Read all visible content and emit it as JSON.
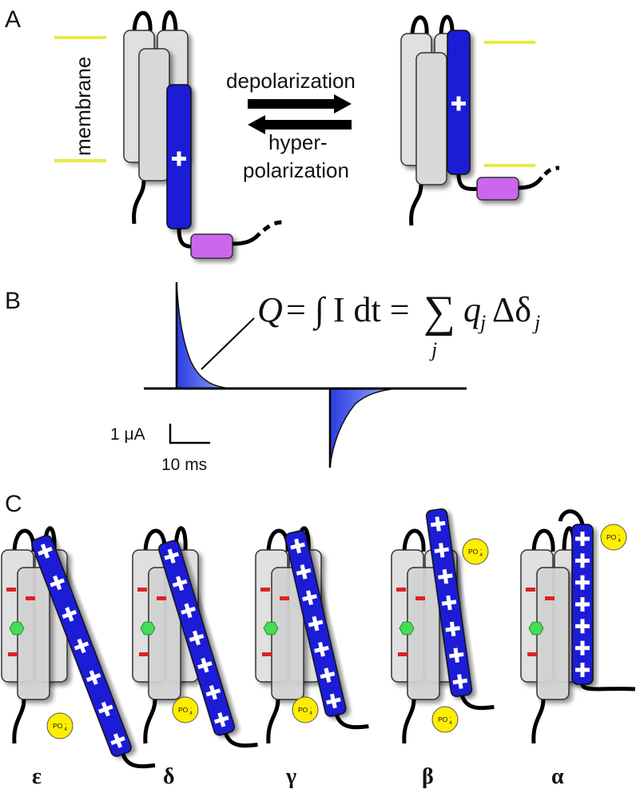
{
  "panels": {
    "a": "A",
    "b": "B",
    "c": "C"
  },
  "panel_a": {
    "membrane_label": "membrane",
    "forward_label": "depolarization",
    "reverse_label_line1": "hyper-",
    "reverse_label_line2": "polarization",
    "membrane_color": "#e8e84a",
    "voltage_sensor_color": "#1a1fd6",
    "linker_color": "#cc66ee"
  },
  "panel_b": {
    "equation_lhs": "Q",
    "equation_mid": "= ∫ I dt =",
    "equation_sum": "∑",
    "equation_rhs": "q",
    "equation_sub_j": "j",
    "equation_delta": "Δδ",
    "scale_current": "1 μA",
    "scale_time": "10 ms",
    "current_fill_color": "#4a64f0"
  },
  "panel_c": {
    "states": [
      {
        "label": "ε"
      },
      {
        "label": "δ"
      },
      {
        "label": "γ"
      },
      {
        "label": "β"
      },
      {
        "label": "α"
      }
    ],
    "phosphate_label": "PO",
    "phosphate_sub": "4",
    "phosphate_sup": "-",
    "phosphate_color": "#ffee00",
    "countercharge_color": "#dd2222",
    "gating_residue_color": "#44dd55"
  }
}
